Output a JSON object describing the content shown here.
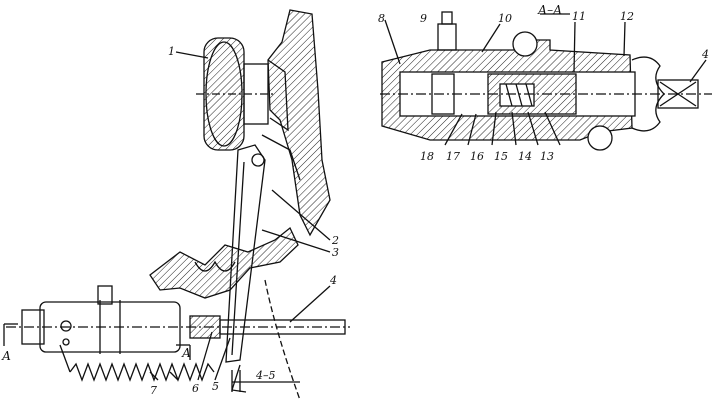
{
  "callouts": {
    "n1": "1",
    "n2": "2",
    "n3": "3",
    "n4": "4",
    "n5": "5",
    "n6": "6",
    "n7": "7",
    "n8": "8",
    "n9": "9",
    "n10": "10",
    "n11": "11",
    "n12": "12",
    "n13": "13",
    "n14": "14",
    "n15": "15",
    "n16": "16",
    "n17": "17",
    "n18": "18",
    "n4_right": "4"
  },
  "section_marks": {
    "title": "А–А",
    "arrow_left": "А",
    "arrow_right": "А",
    "dimension": "4–5"
  },
  "colors": {
    "ink": "#111111",
    "paper": "#ffffff",
    "hatch": "#222222"
  }
}
